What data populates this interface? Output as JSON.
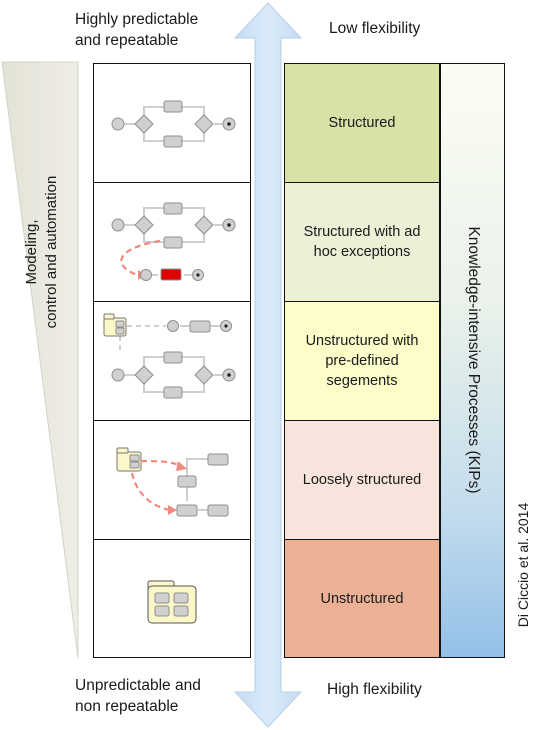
{
  "top_left": {
    "line1": "Highly predictable",
    "line2": "and repeatable"
  },
  "top_right": "Low flexibility",
  "bottom_left": {
    "line1": "Unpredictable and",
    "line2": "non repeatable"
  },
  "bottom_right": "High flexibility",
  "left_axis": {
    "line1": "Modeling,",
    "line2": "control and automation"
  },
  "kip_label": "Knowledge-intensive Processes (KIPs)",
  "credit": "Di Ciccio et al. 2014",
  "categories": [
    {
      "label": "Structured",
      "color": "#d6e2a6"
    },
    {
      "label": "Structured with ad hoc exceptions",
      "color": "#ebf0d6"
    },
    {
      "label": "Unstructured with pre-defined segements",
      "color": "#fdfdca"
    },
    {
      "label": "Loosely structured",
      "color": "#f7e4dc"
    },
    {
      "label": "Unstructured",
      "color": "#ecb195"
    }
  ],
  "icons": [
    "structured-process-icon",
    "exception-process-icon",
    "segmented-process-icon",
    "loose-process-icon",
    "unstructured-folder-icon"
  ],
  "colors": {
    "arrow": "#cfe3f7",
    "kip_gradient_top": "#fbfdf4",
    "kip_gradient_bottom": "#92c0e8",
    "wedge": "#ecebe2",
    "exception_arrow": "#f08a80",
    "exception_task": "#e00000",
    "folder": "#fbf7c8"
  }
}
